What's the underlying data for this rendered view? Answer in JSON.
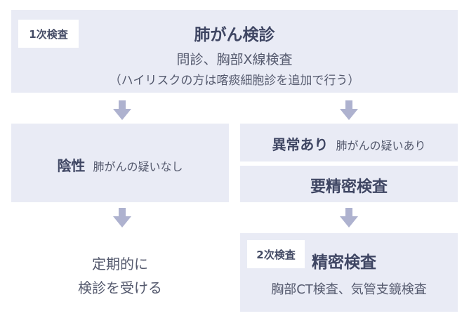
{
  "colors": {
    "box_bg": "#e9ebf5",
    "arrow": "#aeb2cf",
    "text": "#555a6e",
    "heading": "#3f4663"
  },
  "top": {
    "tag": "1次検査",
    "title": "肺がん検診",
    "subtitle": "問診、胸部X線検査",
    "note": "（ハイリスクの方は喀痰細胞診を追加で行う）"
  },
  "left": {
    "result_label": "陰性",
    "result_desc": "肺がんの疑いなし",
    "followup_line1": "定期的に",
    "followup_line2": "検診を受ける"
  },
  "right": {
    "result_label": "異常あり",
    "result_desc": "肺がんの疑いあり",
    "need_label": "要精密検査",
    "tag": "2次検査",
    "detail_title": "精密検査",
    "detail_desc": "胸部CT検査、気管支鏡検査"
  },
  "icons": [
    "down-arrow-icon"
  ]
}
